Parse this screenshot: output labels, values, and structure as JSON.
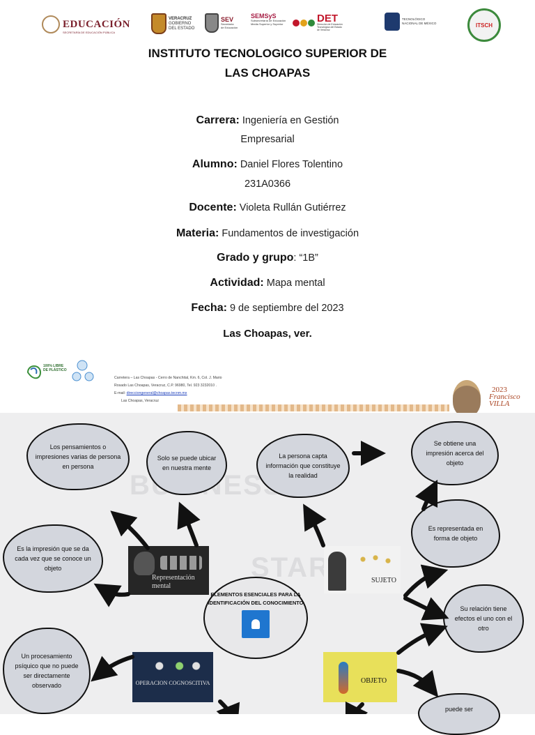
{
  "header": {
    "logos": {
      "educacion": "EDUCACIÓN",
      "educacion_sub": "SECRETARÍA DE EDUCACIÓN PÚBLICA",
      "veracruz": [
        "VERACRUZ",
        "GOBIERNO",
        "DEL ESTADO"
      ],
      "sev": "SEV",
      "sev_sub": [
        "Secretaría",
        "de Educación"
      ],
      "semsys": "SEMSyS",
      "semsys_sub": [
        "Subsecretaría de Educación",
        "Media Superior y Superior"
      ],
      "det": "DET",
      "det_sub": [
        "Dirección de Educación",
        "Tecnológica del Estado",
        "de Veracruz"
      ],
      "tecnm": [
        "TECNOLÓGICO",
        "NACIONAL DE MÉXICO"
      ],
      "seal": "ITSCH"
    }
  },
  "cover": {
    "title_line1": "INSTITUTO TECNOLOGICO SUPERIOR DE",
    "title_line2": "LAS CHOAPAS",
    "carrera_label": "Carrera:",
    "carrera_value_line1": "Ingeniería en Gestión",
    "carrera_value_line2": "Empresarial",
    "alumno_label": "Alumno:",
    "alumno_value": "Daniel Flores Tolentino",
    "matricula": "231A0366",
    "docente_label": "Docente:",
    "docente_value": "Violeta Rullán Gutiérrez",
    "materia_label": "Materia:",
    "materia_value": "Fundamentos de investigación",
    "grado_label": "Grado y grupo",
    "grado_value": ": “1B”",
    "actividad_label": "Actividad:",
    "actividad_value": "Mapa mental",
    "fecha_label": "Fecha:",
    "fecha_value": "9 de septiembre del 2023",
    "place": "Las Choapas, ver."
  },
  "footer": {
    "badge_text": "100% LIBRE DE PLÁSTICO",
    "address_line1": "Carretera – Las Choapas - Cerro de Nanchital, Km. 6, Col. J. Mario",
    "address_line2": "Rosado Las Choapas, Veracruz, C.P. 96980, Tel. 923 3232010 .",
    "email_label": "E-mail:",
    "email": "direcciongeneral@choapas.tecnm.mx",
    "city": "Las Choapas, Veracruz",
    "year": "2023",
    "villa_line1": "Francisco",
    "villa_line2": "VILLA"
  },
  "mindmap": {
    "center": "ELEMENTOS ESENCIALES PARA LA IDENTIFICACIÓN DEL CONOCIMIENTO",
    "nodes": {
      "representacion": "Representación mental",
      "sujeto": "SUJETO",
      "operacion": "OPERACION COGNOSCITIVA",
      "objeto": "OBJETO"
    },
    "clouds": {
      "pensamientos": "Los pensamientos o impresiones varias de persona en persona",
      "ubicar": "Solo se puede ubicar en nuestra mente",
      "impresion": "Es la impresión que se da cada vez que se conoce un objeto",
      "capta": "La persona capta información que constituye la realidad",
      "obtiene": "Se obtiene una impresión acerca del objeto",
      "representada": "Es representada en forma de objeto",
      "relacion": "Su relación tiene efectos el uno con el otro",
      "procesamiento": "Un procesamiento psíquico que no puede ser directamente observado",
      "puede": "puede ser"
    },
    "background_words": [
      "BUSINESS",
      "START"
    ]
  }
}
